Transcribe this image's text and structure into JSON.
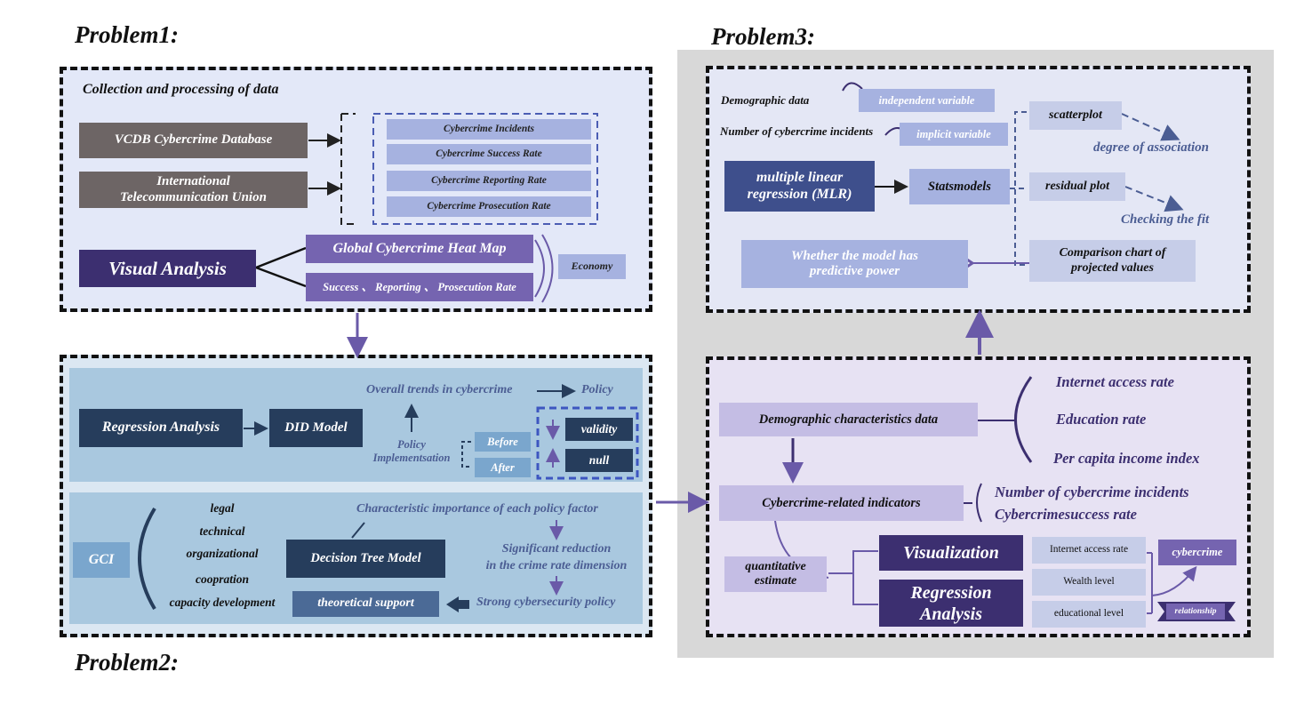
{
  "titles": {
    "p1": "Problem1:",
    "p2": "Problem2:",
    "p3": "Problem3:"
  },
  "p1": {
    "section_title": "Collection and processing of data",
    "sources": [
      "VCDB Cybercrime Database",
      "International\nTelecommunication Union"
    ],
    "indicators": [
      "Cybercrime Incidents",
      "Cybercrime Success Rate",
      "Cybercrime Reporting Rate",
      "Cybercrime Prosecution Rate"
    ],
    "visual_analysis": "Visual Analysis",
    "heat_map": "Global Cybercrime Heat Map",
    "rates": "Success 、 Reporting 、 Prosecution Rate",
    "economy": "Economy"
  },
  "p2": {
    "regression": "Regression Analysis",
    "did": "DID Model",
    "trends": "Overall trends in cybercrime",
    "policy": "Policy",
    "policy_impl": "Policy\nImplementsation",
    "before": "Before",
    "after": "After",
    "validity": "validity",
    "null": "null",
    "gci": "GCI",
    "factors": [
      "legal",
      "technical",
      "organizational",
      "coopration",
      "capacity development"
    ],
    "char_importance": "Characteristic importance of each policy factor",
    "decision_tree": "Decision Tree Model",
    "reduction": "Significant reduction\nin the crime rate dimension",
    "strong_policy": "Strong cybersecurity policy",
    "theoretical": "theoretical support"
  },
  "p3": {
    "demographic": "Demographic data",
    "num_incidents": "Number of cybercrime incidents",
    "independent": "independent variable",
    "implicit": "implicit variable",
    "mlr": "multiple linear\nregression (MLR)",
    "statsmodels": "Statsmodels",
    "scatterplot": "scatterplot",
    "degree": "degree of association",
    "residual": "residual plot",
    "checking": "Checking the fit",
    "comparison": "Comparison chart of\nprojected values",
    "predictive": "Whether the model has\npredictive power",
    "demo_chars": "Demographic characteristics data",
    "demo_items": [
      "Internet access rate",
      "Education rate",
      "Per capita income index"
    ],
    "cyber_indicators": "Cybercrime-related indicators",
    "cyber_items": [
      "Number of cybercrime incidents",
      "Cybercrimesuccess rate"
    ],
    "quant": "quantitative\nestimate",
    "visualization": "Visualization",
    "reg_analysis": "Regression\nAnalysis",
    "factors": [
      "Internet access rate",
      "Wealth level",
      "educational level"
    ],
    "cybercrime": "cybercrime",
    "relationship": "relationship"
  },
  "colors": {
    "dark_navy": "#263d5c",
    "purple_dark": "#3c2f70",
    "purple_mid": "#7564b0",
    "lavender": "#a6b2e0",
    "grey_box": "#6d6565",
    "p2_blue": "#abc8df",
    "p3_bg": "#d8d8d8"
  }
}
